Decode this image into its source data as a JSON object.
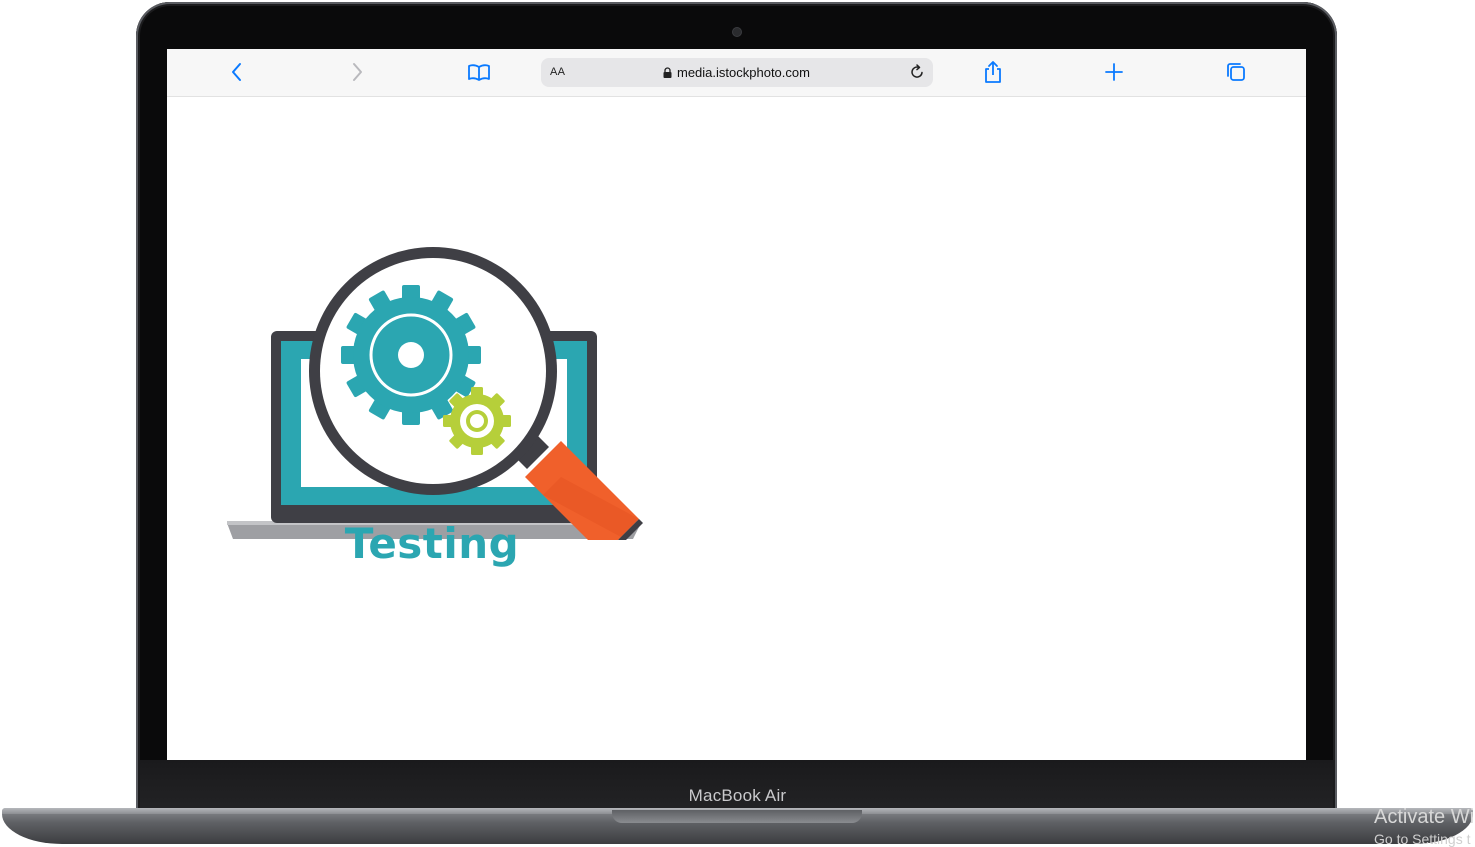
{
  "device": {
    "brand_label": "MacBook Air"
  },
  "browser": {
    "aa_label": "AA",
    "url": "media.istockphoto.com",
    "icons": [
      "back-icon",
      "forward-icon",
      "bookmarks-icon",
      "lock-icon",
      "reload-icon",
      "share-icon",
      "new-tab-icon",
      "tabs-icon"
    ],
    "accent_color": "#0a7aff"
  },
  "page": {
    "caption": "Testing",
    "colors": {
      "teal": "#2ba6b1",
      "lime": "#b6cf3a",
      "orange": "#f0602b",
      "dark": "#3f3f45"
    }
  },
  "watermark": {
    "line1": "Activate Wi",
    "line2": "Go to Settings t"
  }
}
